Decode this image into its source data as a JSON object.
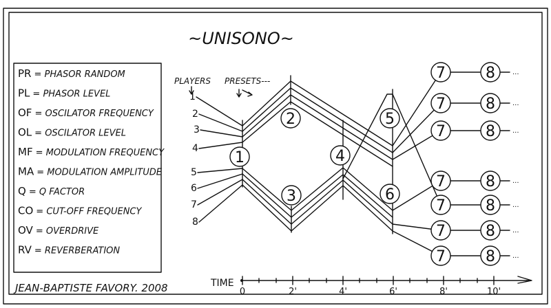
{
  "title": "~UNISONO~",
  "legend": [
    {
      "abbr": "PR",
      "meaning": "PHASOR RANDOM"
    },
    {
      "abbr": "PL",
      "meaning": "PHASOR LEVEL"
    },
    {
      "abbr": "OF",
      "meaning": "OSCILATOR FREQUENCY"
    },
    {
      "abbr": "OL",
      "meaning": "OSCILATOR LEVEL"
    },
    {
      "abbr": "MF",
      "meaning": "MODULATION FREQUENCY"
    },
    {
      "abbr": "MA",
      "meaning": "MODULATION AMPLITUDE"
    },
    {
      "abbr": "Q",
      "meaning": "Q FACTOR"
    },
    {
      "abbr": "CO",
      "meaning": "CUT-OFF FREQUENCY"
    },
    {
      "abbr": "OV",
      "meaning": "OVERDRIVE"
    },
    {
      "abbr": "RV",
      "meaning": "REVERBERATION"
    }
  ],
  "players_label": "PLAYERS",
  "presets_label": "PRESETS---",
  "players": [
    "1",
    "2",
    "3",
    "4",
    "5",
    "6",
    "7",
    "8"
  ],
  "presets": [
    "1",
    "2",
    "3",
    "4",
    "5",
    "6"
  ],
  "branch_nodes": [
    "7",
    "8",
    "..."
  ],
  "time_axis": {
    "label": "TIME",
    "ticks": [
      "0",
      "2'",
      "4'",
      "6'",
      "8'",
      "10'"
    ]
  },
  "signature": "JEAN-BAPTISTE FAVORY. 2008"
}
